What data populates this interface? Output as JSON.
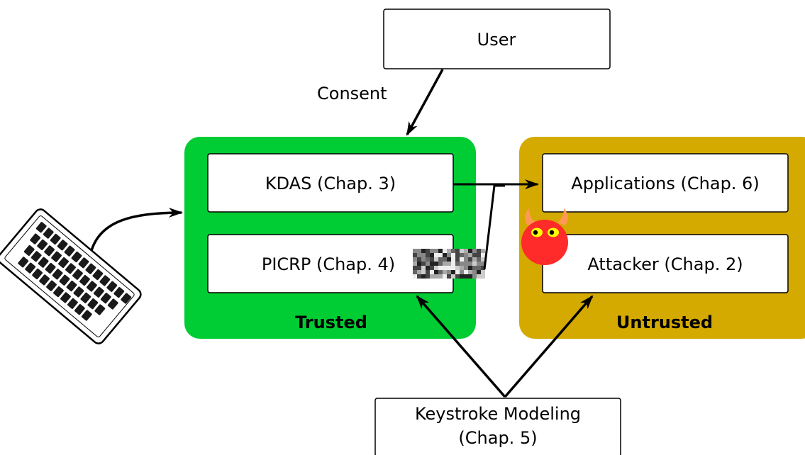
{
  "nodes": {
    "user": {
      "label": "User"
    },
    "kdas": {
      "label": "KDAS (Chap. 3)"
    },
    "picrp": {
      "label": "PICRP (Chap. 4)"
    },
    "applications": {
      "label": "Applications (Chap. 6)"
    },
    "attacker": {
      "label": "Attacker (Chap. 2)"
    },
    "keystroke_modeling": {
      "label_line1": "Keystroke Modeling",
      "label_line2": "(Chap. 5)"
    }
  },
  "groups": {
    "trusted": {
      "label": "Trusted",
      "color": "#00cc33"
    },
    "untrusted": {
      "label": "Untrusted",
      "color": "#d4aa00"
    }
  },
  "edges": {
    "consent": {
      "label": "Consent"
    }
  },
  "icons": [
    "keyboard-icon",
    "devil-icon",
    "noise-pattern-icon"
  ],
  "colors": {
    "devil": "#ff2a2a",
    "devil_eyes": "#ffff00",
    "devil_horns": "#ff9955"
  }
}
